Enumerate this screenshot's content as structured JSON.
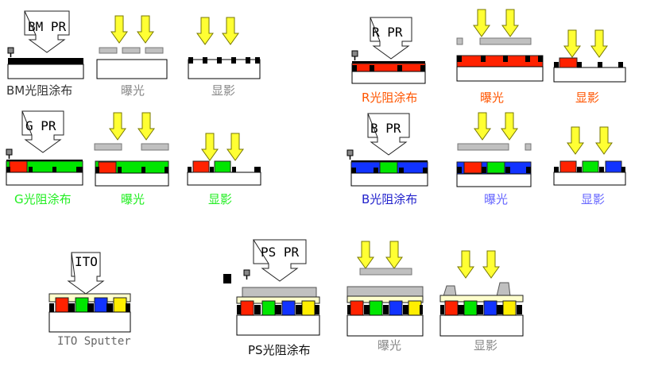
{
  "colors": {
    "substrate": "#ffffff",
    "outline": "#000000",
    "black_matrix": "#000000",
    "mask": "#c0c0c0",
    "arrow_fill": "#ffff33",
    "ito": "#ffffcc",
    "red": "#ff2200",
    "green": "#00e600",
    "blue": "#1133ff",
    "yellow": "#ffee00",
    "label_dark": "#333333",
    "label_grey": "#888888",
    "label_orange": "#ff5500",
    "label_green": "#22ee22",
    "label_blue": "#2222cc",
    "label_lightblue": "#6666ff"
  },
  "icons": [
    "resist-dispenser-icon",
    "light-arrow-icon",
    "resist-callout-icon"
  ],
  "rows": {
    "bm": {
      "callout": "BM PR",
      "coat": "BM光阻涂布",
      "expose": "曝光",
      "develop": "显影"
    },
    "r": {
      "callout": "R PR",
      "coat": "R光阻涂布",
      "expose": "曝光",
      "develop": "显影"
    },
    "g": {
      "callout": "G PR",
      "coat": "G光阻涂布",
      "expose": "曝光",
      "develop": "显影"
    },
    "b": {
      "callout": "B PR",
      "coat": "B光阻涂布",
      "expose": "曝光",
      "develop": "显影"
    },
    "ito": {
      "callout": "ITO",
      "step": "ITO Sputter"
    },
    "ps": {
      "callout": "PS PR",
      "coat": "PS光阻涂布",
      "expose": "曝光",
      "develop": "显影"
    }
  }
}
